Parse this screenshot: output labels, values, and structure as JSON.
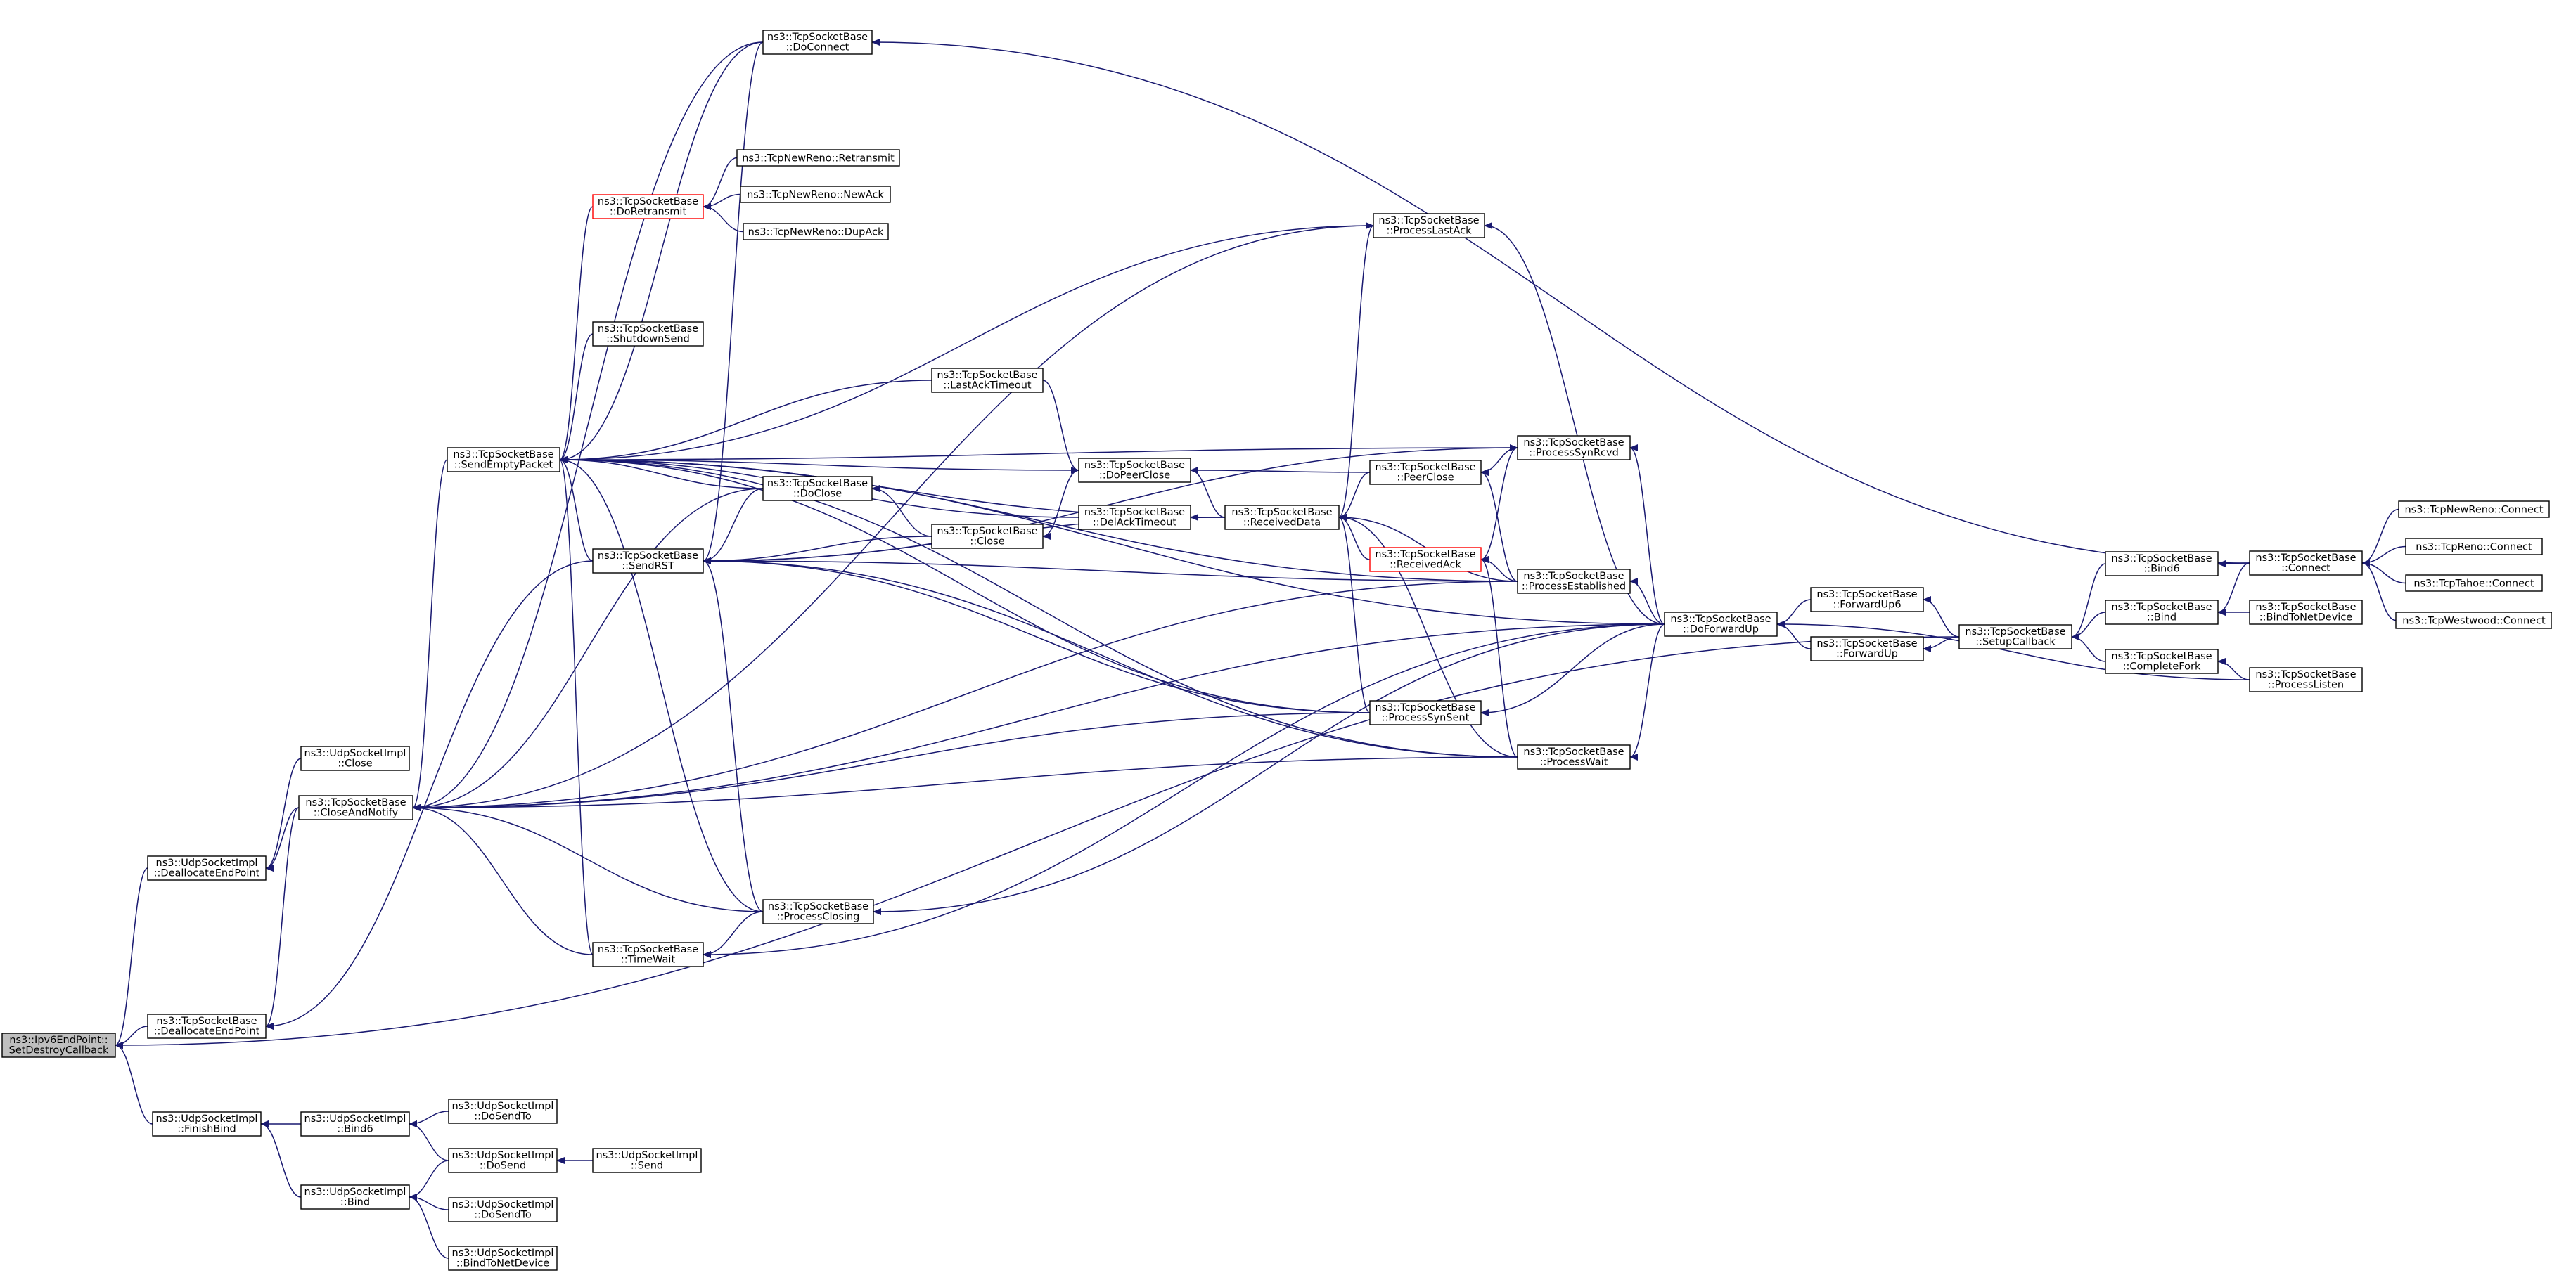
{
  "nodes": [
    {
      "id": "root",
      "lines": [
        "ns3::Ipv6EndPoint::",
        "SetDestroyCallback"
      ],
      "style": "root"
    },
    {
      "id": "udp_dealloc",
      "lines": [
        "ns3::UdpSocketImpl",
        "::DeallocateEndPoint"
      ]
    },
    {
      "id": "tcp_dealloc",
      "lines": [
        "ns3::TcpSocketBase",
        "::DeallocateEndPoint"
      ]
    },
    {
      "id": "udp_finishbind",
      "lines": [
        "ns3::UdpSocketImpl",
        "::FinishBind"
      ]
    },
    {
      "id": "udp_close",
      "lines": [
        "ns3::UdpSocketImpl",
        "::Close"
      ]
    },
    {
      "id": "close_notify",
      "lines": [
        "ns3::TcpSocketBase",
        "::CloseAndNotify"
      ]
    },
    {
      "id": "udp_bind6",
      "lines": [
        "ns3::UdpSocketImpl",
        "::Bind6"
      ]
    },
    {
      "id": "udp_bind",
      "lines": [
        "ns3::UdpSocketImpl",
        "::Bind"
      ]
    },
    {
      "id": "send_empty",
      "lines": [
        "ns3::TcpSocketBase",
        "::SendEmptyPacket"
      ]
    },
    {
      "id": "udp_dosendto1",
      "lines": [
        "ns3::UdpSocketImpl",
        "::DoSendTo"
      ]
    },
    {
      "id": "udp_dosend",
      "lines": [
        "ns3::UdpSocketImpl",
        "::DoSend"
      ]
    },
    {
      "id": "udp_dosendto2",
      "lines": [
        "ns3::UdpSocketImpl",
        "::DoSendTo"
      ]
    },
    {
      "id": "udp_bindnetdev",
      "lines": [
        "ns3::UdpSocketImpl",
        "::BindToNetDevice"
      ]
    },
    {
      "id": "doretransmit",
      "lines": [
        "ns3::TcpSocketBase",
        "::DoRetransmit"
      ],
      "style": "red"
    },
    {
      "id": "shutdownsend",
      "lines": [
        "ns3::TcpSocketBase",
        "::ShutdownSend"
      ]
    },
    {
      "id": "sendrst",
      "lines": [
        "ns3::TcpSocketBase",
        "::SendRST"
      ]
    },
    {
      "id": "timewait",
      "lines": [
        "ns3::TcpSocketBase",
        "::TimeWait"
      ]
    },
    {
      "id": "udp_send",
      "lines": [
        "ns3::UdpSocketImpl",
        "::Send"
      ]
    },
    {
      "id": "newreno_retransmit",
      "lines": [
        "ns3::TcpNewReno::Retransmit"
      ]
    },
    {
      "id": "newreno_newack",
      "lines": [
        "ns3::TcpNewReno::NewAck"
      ]
    },
    {
      "id": "newreno_dupack",
      "lines": [
        "ns3::TcpNewReno::DupAck"
      ]
    },
    {
      "id": "doconnect",
      "lines": [
        "ns3::TcpSocketBase",
        "::DoConnect"
      ]
    },
    {
      "id": "doclose",
      "lines": [
        "ns3::TcpSocketBase",
        "::DoClose"
      ]
    },
    {
      "id": "processclosing",
      "lines": [
        "ns3::TcpSocketBase",
        "::ProcessClosing"
      ]
    },
    {
      "id": "lastacktimeout",
      "lines": [
        "ns3::TcpSocketBase",
        "::LastAckTimeout"
      ]
    },
    {
      "id": "tcp_close",
      "lines": [
        "ns3::TcpSocketBase",
        "::Close"
      ]
    },
    {
      "id": "dopeerclose",
      "lines": [
        "ns3::TcpSocketBase",
        "::DoPeerClose"
      ]
    },
    {
      "id": "delacktimeout",
      "lines": [
        "ns3::TcpSocketBase",
        "::DelAckTimeout"
      ]
    },
    {
      "id": "receiveddata",
      "lines": [
        "ns3::TcpSocketBase",
        "::ReceivedData"
      ]
    },
    {
      "id": "processlastack",
      "lines": [
        "ns3::TcpSocketBase",
        "::ProcessLastAck"
      ]
    },
    {
      "id": "peerclose",
      "lines": [
        "ns3::TcpSocketBase",
        "::PeerClose"
      ]
    },
    {
      "id": "receivedack",
      "lines": [
        "ns3::TcpSocketBase",
        "::ReceivedAck"
      ],
      "style": "red"
    },
    {
      "id": "processsynsent",
      "lines": [
        "ns3::TcpSocketBase",
        "::ProcessSynSent"
      ]
    },
    {
      "id": "processsynrcvd",
      "lines": [
        "ns3::TcpSocketBase",
        "::ProcessSynRcvd"
      ]
    },
    {
      "id": "processestablished",
      "lines": [
        "ns3::TcpSocketBase",
        "::ProcessEstablished"
      ]
    },
    {
      "id": "processwait",
      "lines": [
        "ns3::TcpSocketBase",
        "::ProcessWait"
      ]
    },
    {
      "id": "doforwardup",
      "lines": [
        "ns3::TcpSocketBase",
        "::DoForwardUp"
      ]
    },
    {
      "id": "forwardup6",
      "lines": [
        "ns3::TcpSocketBase",
        "::ForwardUp6"
      ]
    },
    {
      "id": "forwardup",
      "lines": [
        "ns3::TcpSocketBase",
        "::ForwardUp"
      ]
    },
    {
      "id": "setupcallback",
      "lines": [
        "ns3::TcpSocketBase",
        "::SetupCallback"
      ]
    },
    {
      "id": "tcp_bind6",
      "lines": [
        "ns3::TcpSocketBase",
        "::Bind6"
      ]
    },
    {
      "id": "tcp_bind",
      "lines": [
        "ns3::TcpSocketBase",
        "::Bind"
      ]
    },
    {
      "id": "completefork",
      "lines": [
        "ns3::TcpSocketBase",
        "::CompleteFork"
      ]
    },
    {
      "id": "tcp_connect",
      "lines": [
        "ns3::TcpSocketBase",
        "::Connect"
      ]
    },
    {
      "id": "tcp_bindnetdev",
      "lines": [
        "ns3::TcpSocketBase",
        "::BindToNetDevice"
      ]
    },
    {
      "id": "processlisten",
      "lines": [
        "ns3::TcpSocketBase",
        "::ProcessListen"
      ]
    },
    {
      "id": "newreno_connect",
      "lines": [
        "ns3::TcpNewReno::Connect"
      ]
    },
    {
      "id": "reno_connect",
      "lines": [
        "ns3::TcpReno::Connect"
      ]
    },
    {
      "id": "tahoe_connect",
      "lines": [
        "ns3::TcpTahoe::Connect"
      ]
    },
    {
      "id": "westwood_connect",
      "lines": [
        "ns3::TcpWestwood::Connect"
      ]
    }
  ],
  "edges": [
    [
      "udp_dealloc",
      "root"
    ],
    [
      "tcp_dealloc",
      "root"
    ],
    [
      "udp_finishbind",
      "root"
    ],
    [
      "setupcallback",
      "root"
    ],
    [
      "udp_close",
      "udp_dealloc"
    ],
    [
      "close_notify",
      "udp_dealloc"
    ],
    [
      "close_notify",
      "tcp_dealloc"
    ],
    [
      "sendrst",
      "tcp_dealloc"
    ],
    [
      "udp_bind6",
      "udp_finishbind"
    ],
    [
      "udp_bind",
      "udp_finishbind"
    ],
    [
      "udp_dosendto1",
      "udp_bind6"
    ],
    [
      "udp_dosend",
      "udp_bind6"
    ],
    [
      "udp_dosend",
      "udp_bind"
    ],
    [
      "udp_dosendto2",
      "udp_bind"
    ],
    [
      "udp_bindnetdev",
      "udp_bind"
    ],
    [
      "udp_send",
      "udp_dosend"
    ],
    [
      "send_empty",
      "close_notify"
    ],
    [
      "doconnect",
      "close_notify"
    ],
    [
      "doclose",
      "close_notify"
    ],
    [
      "processclosing",
      "close_notify"
    ],
    [
      "timewait",
      "close_notify"
    ],
    [
      "processsynsent",
      "close_notify"
    ],
    [
      "processestablished",
      "close_notify"
    ],
    [
      "processlastack",
      "close_notify"
    ],
    [
      "processwait",
      "close_notify"
    ],
    [
      "doforwardup",
      "close_notify"
    ],
    [
      "doretransmit",
      "send_empty"
    ],
    [
      "shutdownsend",
      "send_empty"
    ],
    [
      "sendrst",
      "send_empty"
    ],
    [
      "doconnect",
      "send_empty"
    ],
    [
      "doclose",
      "send_empty"
    ],
    [
      "processclosing",
      "send_empty"
    ],
    [
      "timewait",
      "send_empty"
    ],
    [
      "lastacktimeout",
      "send_empty"
    ],
    [
      "dopeerclose",
      "send_empty"
    ],
    [
      "delacktimeout",
      "send_empty"
    ],
    [
      "receiveddata",
      "send_empty"
    ],
    [
      "processlastack",
      "send_empty"
    ],
    [
      "processsynsent",
      "send_empty"
    ],
    [
      "processsynrcvd",
      "send_empty"
    ],
    [
      "processestablished",
      "send_empty"
    ],
    [
      "processwait",
      "send_empty"
    ],
    [
      "doforwardup",
      "send_empty"
    ],
    [
      "newreno_retransmit",
      "doretransmit"
    ],
    [
      "newreno_newack",
      "doretransmit"
    ],
    [
      "newreno_dupack",
      "doretransmit"
    ],
    [
      "doconnect",
      "sendrst"
    ],
    [
      "doclose",
      "sendrst"
    ],
    [
      "tcp_close",
      "sendrst"
    ],
    [
      "processclosing",
      "sendrst"
    ],
    [
      "receiveddata",
      "sendrst"
    ],
    [
      "processsynsent",
      "sendrst"
    ],
    [
      "processsynrcvd",
      "sendrst"
    ],
    [
      "processestablished",
      "sendrst"
    ],
    [
      "processwait",
      "sendrst"
    ],
    [
      "processclosing",
      "timewait"
    ],
    [
      "doforwardup",
      "timewait"
    ],
    [
      "tcp_close",
      "doclose"
    ],
    [
      "tcp_connect",
      "doconnect"
    ],
    [
      "doforwardup",
      "processclosing"
    ],
    [
      "dopeerclose",
      "tcp_close"
    ],
    [
      "lastacktimeout",
      "dopeerclose"
    ],
    [
      "receiveddata",
      "dopeerclose"
    ],
    [
      "peerclose",
      "dopeerclose"
    ],
    [
      "receiveddata",
      "delacktimeout"
    ],
    [
      "peerclose",
      "receiveddata"
    ],
    [
      "receivedack",
      "receiveddata"
    ],
    [
      "processsynsent",
      "receiveddata"
    ],
    [
      "processestablished",
      "receiveddata"
    ],
    [
      "processwait",
      "receiveddata"
    ],
    [
      "doforwardup",
      "processlastack"
    ],
    [
      "receiveddata",
      "processlastack"
    ],
    [
      "processsynrcvd",
      "peerclose"
    ],
    [
      "processestablished",
      "peerclose"
    ],
    [
      "processestablished",
      "receivedack"
    ],
    [
      "processwait",
      "receivedack"
    ],
    [
      "receivedack",
      "processsynrcvd"
    ],
    [
      "doforwardup",
      "processsynrcvd"
    ],
    [
      "doforwardup",
      "processsynsent"
    ],
    [
      "doforwardup",
      "processestablished"
    ],
    [
      "doforwardup",
      "processwait"
    ],
    [
      "forwardup6",
      "doforwardup"
    ],
    [
      "forwardup",
      "doforwardup"
    ],
    [
      "processlisten",
      "doforwardup"
    ],
    [
      "setupcallback",
      "forwardup6"
    ],
    [
      "setupcallback",
      "forwardup"
    ],
    [
      "tcp_bind6",
      "setupcallback"
    ],
    [
      "tcp_bind",
      "setupcallback"
    ],
    [
      "completefork",
      "setupcallback"
    ],
    [
      "tcp_connect",
      "tcp_bind6"
    ],
    [
      "tcp_connect",
      "tcp_bind"
    ],
    [
      "tcp_bindnetdev",
      "tcp_bind"
    ],
    [
      "processlisten",
      "completefork"
    ],
    [
      "newreno_connect",
      "tcp_connect"
    ],
    [
      "reno_connect",
      "tcp_connect"
    ],
    [
      "tahoe_connect",
      "tcp_connect"
    ],
    [
      "westwood_connect",
      "tcp_connect"
    ]
  ]
}
